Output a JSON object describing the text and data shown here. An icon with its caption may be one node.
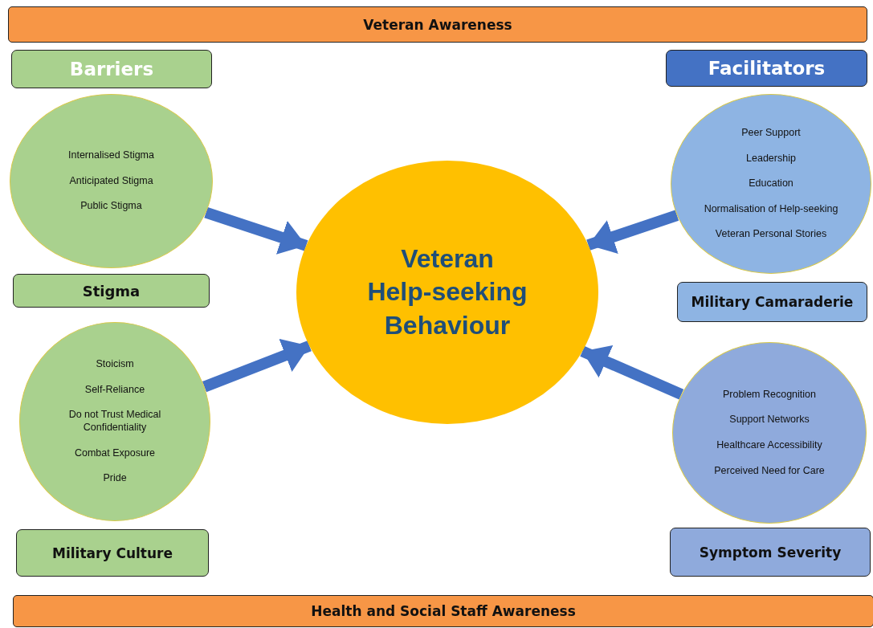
{
  "diagram": {
    "nodes": [
      {
        "text": [
          "Veteran Awareness"
        ]
      },
      {
        "text": [
          "Barriers"
        ]
      },
      {
        "text": [
          "Facilitators"
        ]
      },
      {
        "text": [
          "Internalised Stigma",
          "Anticipated Stigma",
          "Public Stigma"
        ]
      },
      {
        "text": [
          "Stigma"
        ]
      },
      {
        "text": [
          "Peer Support",
          "Leadership",
          "Education",
          "Normalisation of Help-seeking",
          "Veteran Personal Stories"
        ]
      },
      {
        "text": [
          "Military Camaraderie"
        ]
      },
      {
        "text": [
          "Veteran Help-seeking Behaviour"
        ]
      },
      {
        "text": [
          "Stoicism",
          "Self-Reliance",
          "Do not Trust Medical Confidentiality",
          "Combat Exposure",
          "Pride"
        ]
      },
      {
        "text": [
          "Military Culture"
        ]
      },
      {
        "text": [
          "Problem Recognition",
          "Support Networks",
          "Healthcare Accessibility",
          "Perceived Need for Care"
        ]
      },
      {
        "text": [
          "Symptom Severity"
        ]
      },
      {
        "text": [
          "Health and Social Staff Awareness"
        ]
      }
    ],
    "edges": [
      {
        "from": 3,
        "to": 7,
        "arrow": "to"
      },
      {
        "from": 5,
        "to": 7,
        "arrow": "to"
      },
      {
        "from": 8,
        "to": 7,
        "arrow": "to"
      },
      {
        "from": 10,
        "to": 7,
        "arrow": "to"
      }
    ]
  }
}
